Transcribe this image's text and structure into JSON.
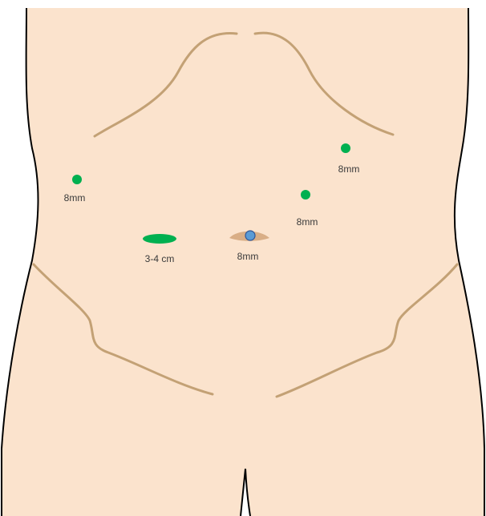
{
  "colors": {
    "skin": "#FBE3CD",
    "outline": "#000000",
    "contour": "#C3A175",
    "navel": "#D9AE86",
    "port": "#00B050",
    "camera_port": "#5B9BD5",
    "camera_port_stroke": "#2F5597",
    "label": "#3a3a3a"
  },
  "ports": [
    {
      "id": "left-lateral",
      "shape": "dot",
      "label": "8mm"
    },
    {
      "id": "upper-right",
      "shape": "dot",
      "label": "8mm"
    },
    {
      "id": "mid-right",
      "shape": "dot",
      "label": "8mm"
    },
    {
      "id": "umbilical-camera",
      "shape": "camera",
      "label": "8mm"
    },
    {
      "id": "extraction-incision",
      "shape": "incision",
      "label": "3-4 cm"
    }
  ]
}
